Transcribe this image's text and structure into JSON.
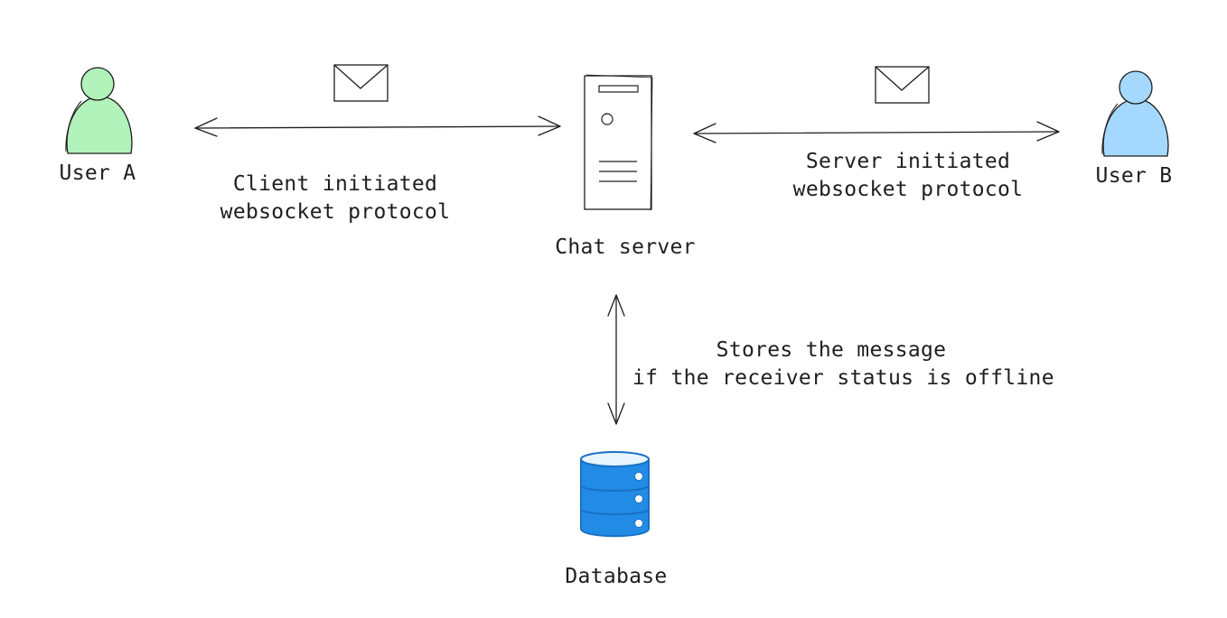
{
  "nodes": {
    "user_a": {
      "label": "User A",
      "icon": "user-icon",
      "color": "#b2f2bb"
    },
    "user_b": {
      "label": "User B",
      "icon": "user-icon",
      "color": "#a5d8ff"
    },
    "chat_server": {
      "label": "Chat server",
      "icon": "server-icon"
    },
    "database": {
      "label": "Database",
      "icon": "database-icon",
      "color": "#1971c2"
    }
  },
  "edges": {
    "client_link": {
      "icon": "envelope-icon",
      "label_line1": "Client initiated",
      "label_line2": "websocket protocol"
    },
    "server_link": {
      "icon": "envelope-icon",
      "label_line1": "Server initiated",
      "label_line2": "websocket protocol"
    },
    "storage_link": {
      "label_line1": "Stores the message",
      "label_line2": "if the receiver status is offline"
    }
  },
  "colors": {
    "stroke": "#1e1e1e",
    "user_a_fill": "#b2f2bb",
    "user_b_fill": "#a5d8ff",
    "database_fill": "#228be6",
    "database_stroke": "#1971c2"
  }
}
